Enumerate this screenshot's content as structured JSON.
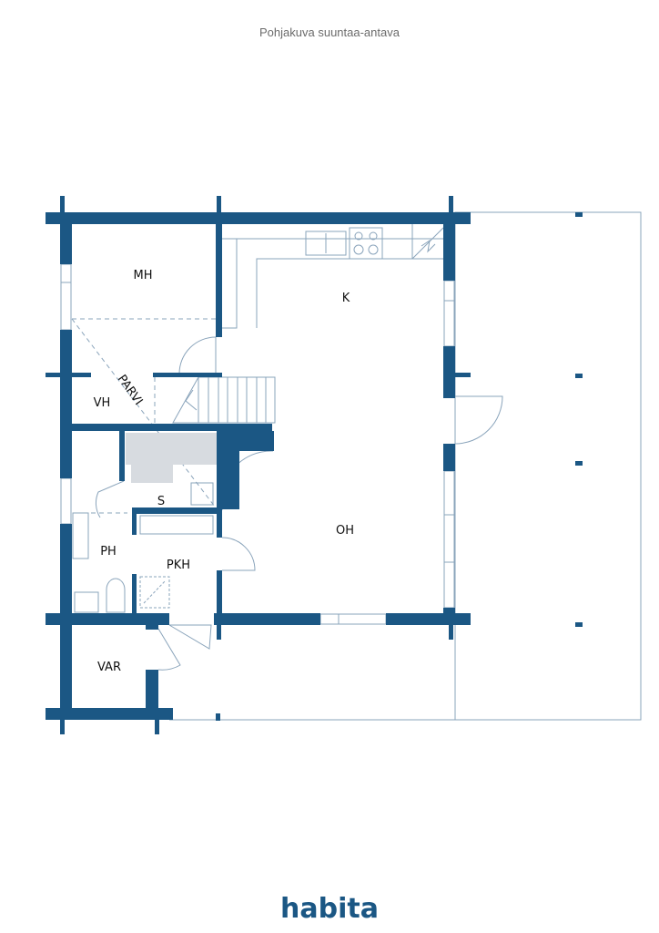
{
  "header": {
    "title": "Pohjakuva suuntaa-antava"
  },
  "rooms": {
    "mh": "MH",
    "k": "K",
    "vh": "VH",
    "parvi": "PARVI",
    "s": "S",
    "ph": "PH",
    "pkh": "PKH",
    "oh": "OH",
    "var": "VAR"
  },
  "colors": {
    "wall": "#1b5784",
    "line": "#8aa4bb"
  },
  "footer": {
    "logo": "habita"
  }
}
